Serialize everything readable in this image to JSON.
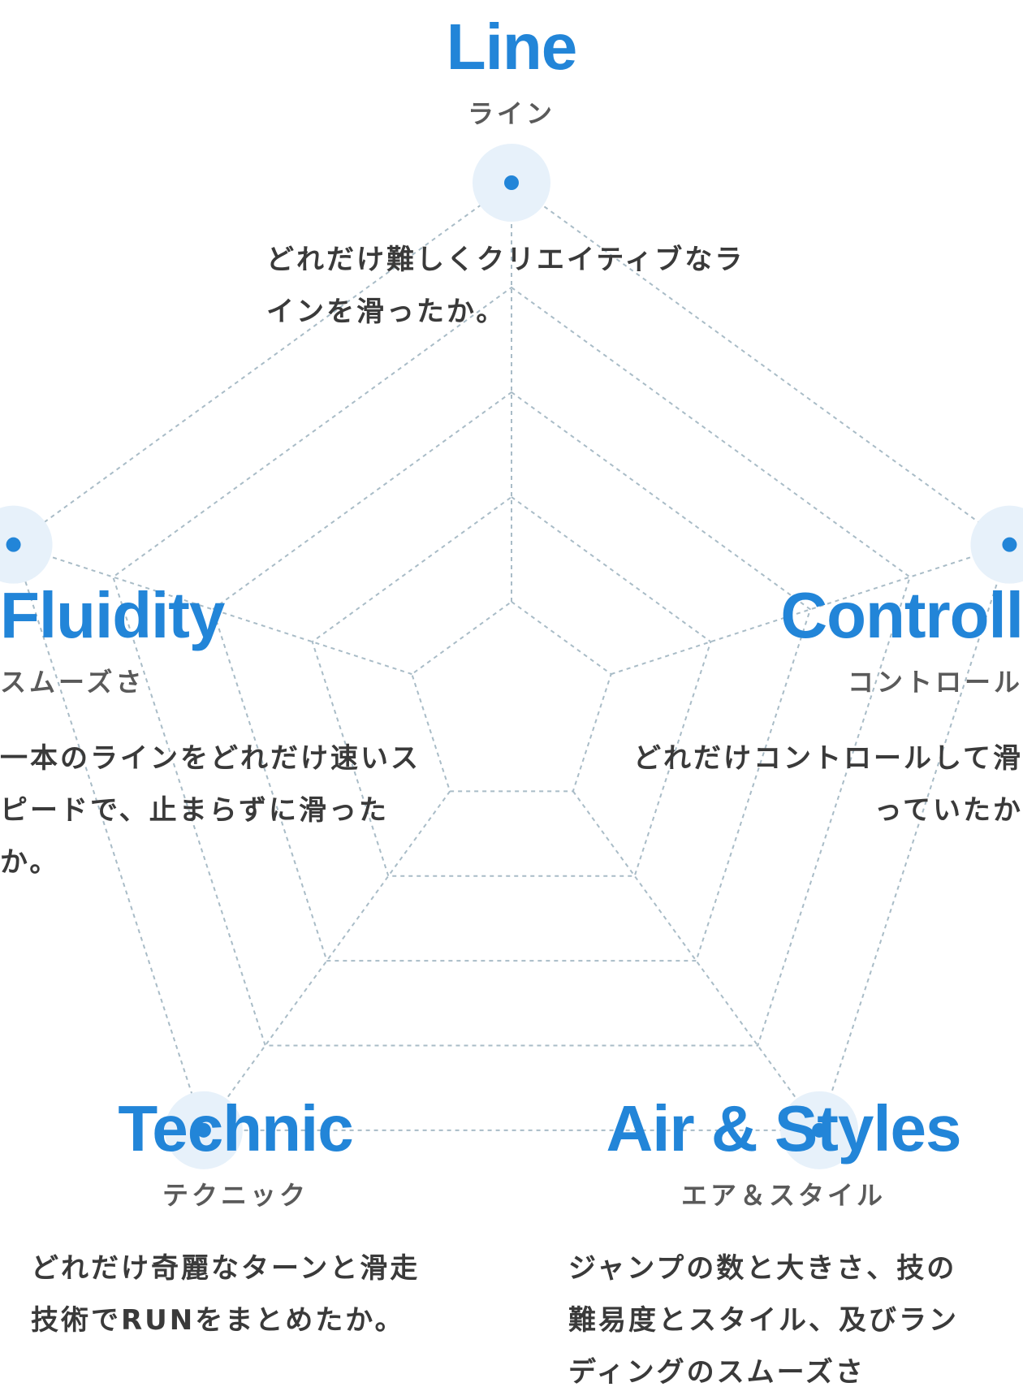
{
  "colors": {
    "accent": "#2285d8",
    "halo": "#e7f1fa",
    "grid": "#a9bcc7",
    "text": "#3a3a3a",
    "subtext": "#5a5a5a"
  },
  "axes": [
    {
      "key": "line",
      "title": "Line",
      "subtitle": "ライン",
      "description": "どれだけ難しくクリエイティブなラインを滑ったか。"
    },
    {
      "key": "controll",
      "title": "Controll",
      "subtitle": "コントロール",
      "description": "どれだけコントロールして滑っていたか"
    },
    {
      "key": "air_styles",
      "title": "Air & Styles",
      "subtitle": "エア＆スタイル",
      "description": "ジャンプの数と大きさ、技の難易度とスタイル、及びランディングのスムーズさ"
    },
    {
      "key": "technic",
      "title": "Technic",
      "subtitle": "テクニック",
      "description": "どれだけ奇麗なターンと滑走技術でRUNをまとめたか。"
    },
    {
      "key": "fluidity",
      "title": "Fluidity",
      "subtitle": "スムーズさ",
      "description": "一本のラインをどれだけ速いスピードで、止まらずに滑ったか。"
    }
  ],
  "grid_levels": 5
}
